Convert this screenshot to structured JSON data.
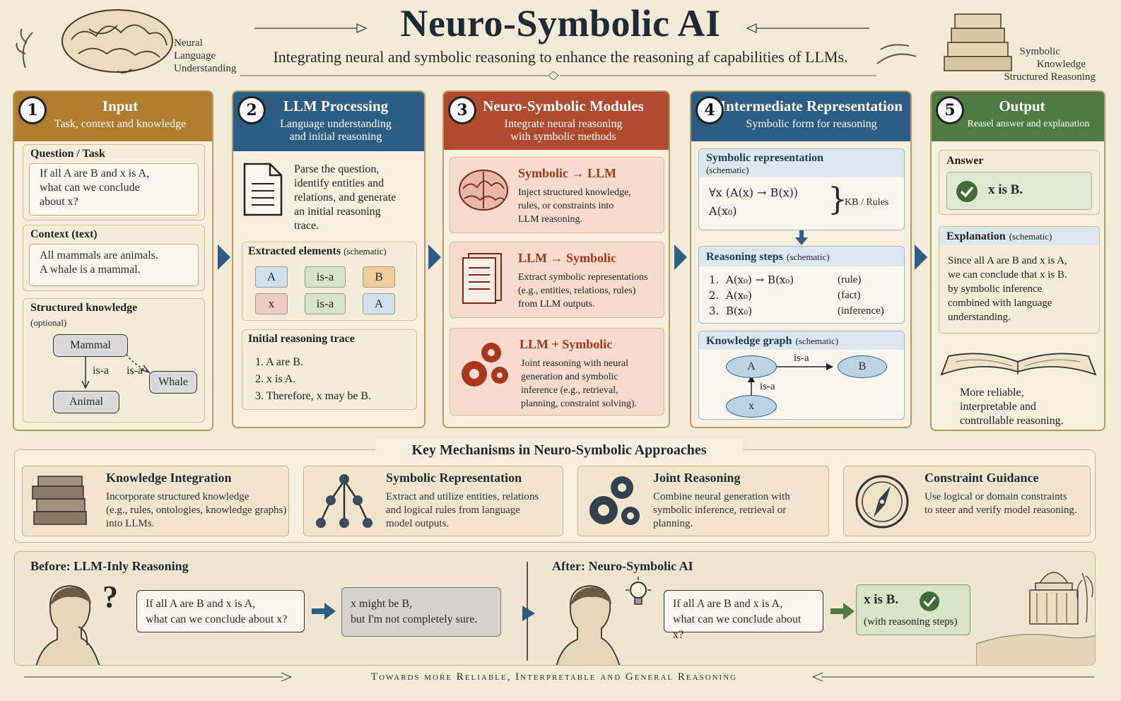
{
  "header": {
    "title": "Neuro-Symbolic AI",
    "subtitle": "Integrating neural and symbolic reasoning to enhance the reasoning af capabilities of LLMs.",
    "left_label": [
      "Neural",
      "Language",
      "Understanding"
    ],
    "right_label": [
      "Symbolic",
      "Knowledge",
      "Structured Reasoning"
    ]
  },
  "colors": {
    "input": "#b07d2e",
    "llm": "#2c5d84",
    "modules": "#b14a2e",
    "intermediate": "#2c5d84",
    "output": "#4e7a44",
    "arrow": "#2c5d84"
  },
  "col1": {
    "num": "1",
    "title": "Input",
    "subtitle": "Task, context and knowledge",
    "question_title": "Question / Task",
    "question_text": [
      "If all A are B and x is A,",
      "what can we conclude",
      "about x?"
    ],
    "context_title": "Context (text)",
    "context_text": [
      "All mammals are animals.",
      "A whale is a mammal."
    ],
    "knowledge_title": "Structured knowledge",
    "knowledge_sub": "(optional)",
    "graph": {
      "mammal": "Mammal",
      "animal": "Animal",
      "whale": "Whale",
      "edge1": "is-a",
      "edge2": "is-a"
    }
  },
  "col2": {
    "num": "2",
    "title": "LLM Processing",
    "subtitle": [
      "Language understanding",
      "and initial reasoning"
    ],
    "description": [
      "Parse the question,",
      "identify entities and",
      "relations, and generate",
      "an initial reasoning",
      "trace."
    ],
    "extracted_title": "Extracted elements",
    "extracted_sub": "(schematic)",
    "tags": [
      {
        "label": "A",
        "color": "#cfe0ef"
      },
      {
        "label": "is-a",
        "color": "#d5e4c4"
      },
      {
        "label": "B",
        "color": "#efd09a"
      },
      {
        "label": "x",
        "color": "#f2cbc2"
      },
      {
        "label": "is-a",
        "color": "#d5e4c4"
      },
      {
        "label": "A",
        "color": "#cfe0ef"
      }
    ],
    "trace_title": "Initial reasoning trace",
    "trace": [
      "1. A are B.",
      "2. x is A.",
      "3. Therefore, x may be B."
    ]
  },
  "col3": {
    "num": "3",
    "title": "Neuro-Symbolic Modules",
    "subtitle": [
      "Integrate neural reasoning",
      "with symbolic methods"
    ],
    "modules": [
      {
        "title": "Symbolic → LLM",
        "icon": "brain-icon",
        "body": [
          "Inject structured knowledge,",
          "rules, or constraints into",
          "LLM reasoning."
        ]
      },
      {
        "title": "LLM → Symbolic",
        "icon": "document-icon",
        "body": [
          "Extract symbolic representations",
          "(e.g., entities, relations, rules)",
          "from LLM outputs."
        ]
      },
      {
        "title": "LLM + Symbolic",
        "icon": "gears-icon",
        "body": [
          "Joint reasoning with neural",
          "generation and symbolic",
          "inference (e.g., retrieval,",
          "planning, constraint solving)."
        ]
      }
    ]
  },
  "col4": {
    "num": "4",
    "title": "Intermediate Representation",
    "subtitle": "Symbolic form for reasoning",
    "symbolic_title": "Symbolic representation",
    "symbolic_sub": "(schematic)",
    "formula1": "∀x (A(x) → B(x))",
    "formula2": "A(x₀)",
    "kb_label": "KB / Rules",
    "steps_title": "Reasoning steps",
    "steps_sub": "(schematic)",
    "steps": [
      {
        "n": "1.",
        "expr": "A(x₀) → B(x₀)",
        "kind": "(rule)"
      },
      {
        "n": "2.",
        "expr": "A(x₀)",
        "kind": "(fact)"
      },
      {
        "n": "3.",
        "expr": "B(x₀)",
        "kind": "(inference)"
      }
    ],
    "kg_title": "Knowledge graph",
    "kg_sub": "(schematic)",
    "kg": {
      "a": "A",
      "b": "B",
      "x": "x",
      "edge1": "is-a",
      "edge2": "is-a"
    }
  },
  "col5": {
    "num": "5",
    "title": "Output",
    "subtitle": "Reasel answer and explanation",
    "answer_title": "Answer",
    "answer": "x is B.",
    "explanation_title": "Explanation",
    "explanation_sub": "(schematic)",
    "explanation": [
      "Since all A are B and x is A,",
      "we can conclude that x is B.",
      "by symbolic inference",
      "combined with language",
      "understanding."
    ],
    "closing": [
      "More reliable,",
      "interpretable and",
      "controllable reasoning."
    ]
  },
  "mechanisms": {
    "title": "Key Mechanisms in Neuro-Symbolic Approaches",
    "items": [
      {
        "title": "Knowledge Integration",
        "icon": "books-icon",
        "body": [
          "Incorporate structured knowledge",
          "(e.g., rules, ontologies, knowledge graphs)",
          "into LLMs."
        ]
      },
      {
        "title": "Symbolic Representation",
        "icon": "tree-graph-icon",
        "body": [
          "Extract and utilize entities, relations",
          "and logical rules from language",
          "model outputs."
        ]
      },
      {
        "title": "Joint Reasoning",
        "icon": "gears-icon",
        "body": [
          "Combine neural generation with",
          "symbolic inference, retrieval or",
          "planning."
        ]
      },
      {
        "title": "Constraint Guidance",
        "icon": "compass-icon",
        "body": [
          "Use logical or domain constraints",
          "to steer and verify model reasoning."
        ]
      }
    ]
  },
  "before": {
    "title": "Before: LLM-Inly Reasoning",
    "question": [
      "If all A are B and x is A,",
      "what can we conclude about x?"
    ],
    "answer": [
      "x might be B,",
      "but I'm not completely sure."
    ]
  },
  "after": {
    "title": "After: Neuro-Symbolic AI",
    "question": [
      "If all A are B and x is A,",
      "what can we conclude about x?"
    ],
    "answer": "x is B.",
    "answer_sub": "(with reasoning steps)"
  },
  "footer": "Towards more Reliable, Interpretable and General Reasoning"
}
